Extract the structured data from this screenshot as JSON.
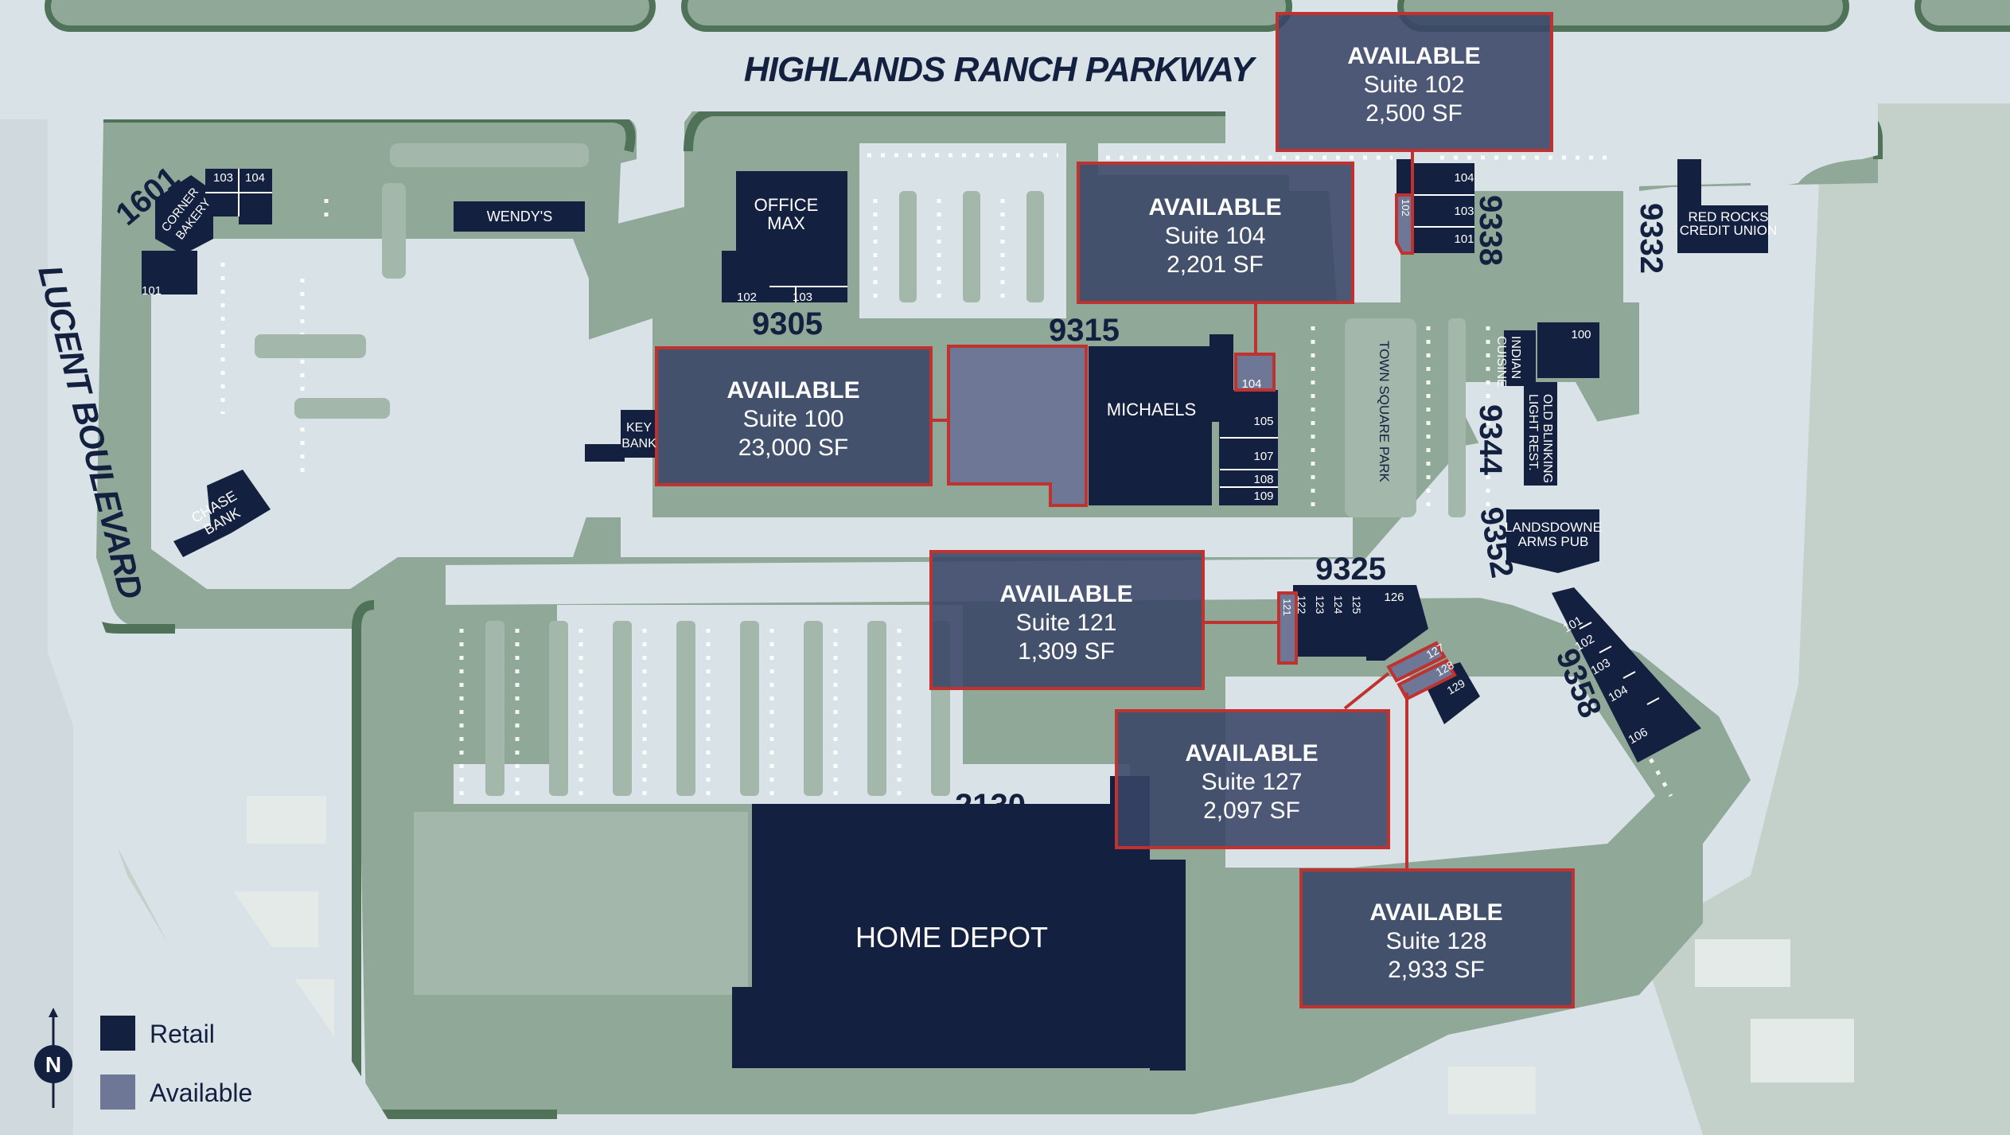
{
  "roads": {
    "north": "HIGHLANDS RANCH PARKWAY",
    "west": "LUCENT BOULEVARD",
    "park": "TOWN SQUARE PARK"
  },
  "addresses": {
    "a1601": "1601",
    "a9305": "9305",
    "a9315": "9315",
    "a9325": "9325",
    "a9338": "9338",
    "a9332": "9332",
    "a9344": "9344",
    "a9352": "9352",
    "a9358": "9358",
    "a2130": "2130"
  },
  "tenants": {
    "corner_bakery": [
      "CORNER",
      "BAKERY"
    ],
    "wendys": "WENDY'S",
    "chase_bank": [
      "CHASE",
      "BANK"
    ],
    "key_bank": [
      "KEY",
      "BANK"
    ],
    "office_max": [
      "OFFICE",
      "MAX"
    ],
    "michaels": "MICHAELS",
    "red_rocks": [
      "RED ROCKS",
      "CREDIT UNION"
    ],
    "indian": [
      "INDIAN",
      "CUISINE"
    ],
    "old_blinking": [
      "OLD BLINKING",
      "LIGHT REST."
    ],
    "landsdowne": [
      "LANDSDOWNE",
      "ARMS PUB"
    ],
    "home_depot": "HOME DEPOT"
  },
  "suites": {
    "b1601": [
      "103",
      "104",
      "101"
    ],
    "b9305": [
      "102",
      "103"
    ],
    "b9315": [
      "104",
      "105",
      "107",
      "108",
      "109"
    ],
    "b9338": [
      "102",
      "104",
      "103",
      "101"
    ],
    "b9344": [
      "100"
    ],
    "b9325": [
      "121",
      "122",
      "123",
      "124",
      "125",
      "126",
      "127",
      "128",
      "129"
    ],
    "b9358": [
      "101",
      "102",
      "103",
      "104",
      "106"
    ]
  },
  "available": [
    {
      "title": "AVAILABLE",
      "suite": "Suite 102",
      "sf": "2,500 SF"
    },
    {
      "title": "AVAILABLE",
      "suite": "Suite 104",
      "sf": "2,201 SF"
    },
    {
      "title": "AVAILABLE",
      "suite": "Suite 100",
      "sf": "23,000 SF"
    },
    {
      "title": "AVAILABLE",
      "suite": "Suite 121",
      "sf": "1,309 SF"
    },
    {
      "title": "AVAILABLE",
      "suite": "Suite 127",
      "sf": "2,097 SF"
    },
    {
      "title": "AVAILABLE",
      "suite": "Suite 128",
      "sf": "2,933 SF"
    }
  ],
  "legend": {
    "retail": "Retail",
    "available": "Available",
    "north": "N"
  },
  "colors": {
    "retail": "#13203f",
    "available": "#6f7796",
    "highlight": "#c0322f",
    "green": "#8fa897",
    "green_dark": "#4f7259",
    "pavement": "#d9e2e6"
  }
}
